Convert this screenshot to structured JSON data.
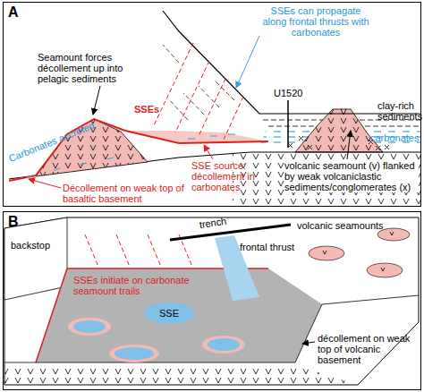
{
  "diagram": {
    "nodes": [
      {
        "text": [
          "A"
        ]
      },
      {
        "text": [
          "B"
        ]
      },
      {
        "text": [
          "SSE"
        ],
        "in": 1
      }
    ],
    "labels": [
      "SSEs can propagate along frontal thrusts with carbonates",
      "Seamount forces décollement up into pelagic sediments",
      "U1520",
      "clay-rich sediments",
      "SSEs",
      "SSE source: décollement in carbonates",
      "carbonates",
      "volcanic seamount (v) flanked by weak volcaniclastic sediments/conglomerates (x)",
      "Carbonates accreted",
      "Décollement on weak top of basaltic basement",
      "backstop",
      "trench",
      "volcanic seamounts",
      "frontal thrust",
      "SSEs initiate on carbonate seamount trails",
      "décollement on weak top of volcanic basement"
    ]
  }
}
